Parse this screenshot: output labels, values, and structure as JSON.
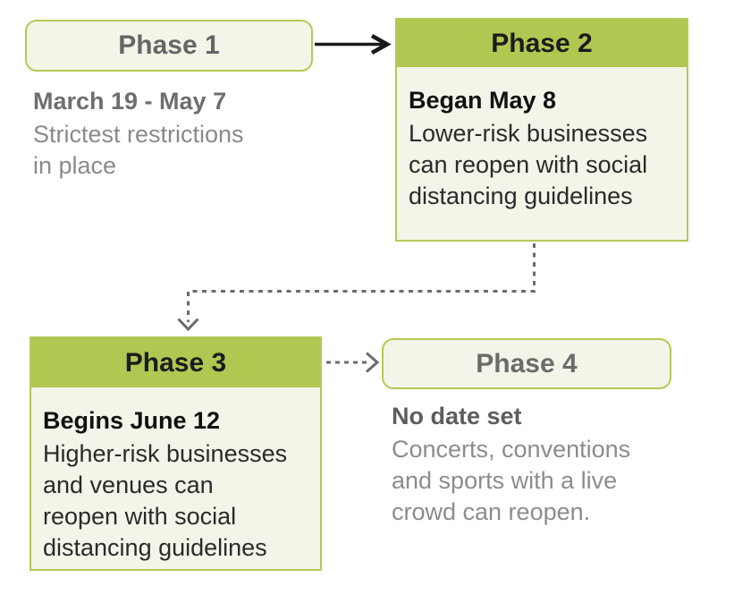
{
  "colors": {
    "background": "#ffffff",
    "header_green": "#b0c751",
    "border_green": "#b3ca55",
    "box_cream": "#f3f5e8",
    "connector_gray": "#6b6b6b",
    "arrow_black": "#1a1a1a"
  },
  "phases": [
    {
      "title": "Phase 1",
      "variant": "pill",
      "date": "March 19 - May 7",
      "lines": [
        "Strictest restrictions",
        "in place"
      ]
    },
    {
      "title": "Phase 2",
      "variant": "card",
      "date": "Began May 8",
      "lines": [
        "Lower-risk businesses",
        "can reopen with social",
        "distancing guidelines"
      ]
    },
    {
      "title": "Phase 3",
      "variant": "card",
      "date": "Begins June 12",
      "lines": [
        "Higher-risk businesses",
        "and venues can",
        "reopen with social",
        "distancing guidelines"
      ]
    },
    {
      "title": "Phase 4",
      "variant": "pill",
      "date": "No date set",
      "lines": [
        "Concerts, conventions",
        "and sports with a live",
        "crowd can reopen."
      ]
    }
  ],
  "connectors": [
    {
      "from": "Phase 1",
      "to": "Phase 2",
      "style": "solid"
    },
    {
      "from": "Phase 2",
      "to": "Phase 3",
      "style": "dashed"
    },
    {
      "from": "Phase 3",
      "to": "Phase 4",
      "style": "dashed"
    }
  ]
}
